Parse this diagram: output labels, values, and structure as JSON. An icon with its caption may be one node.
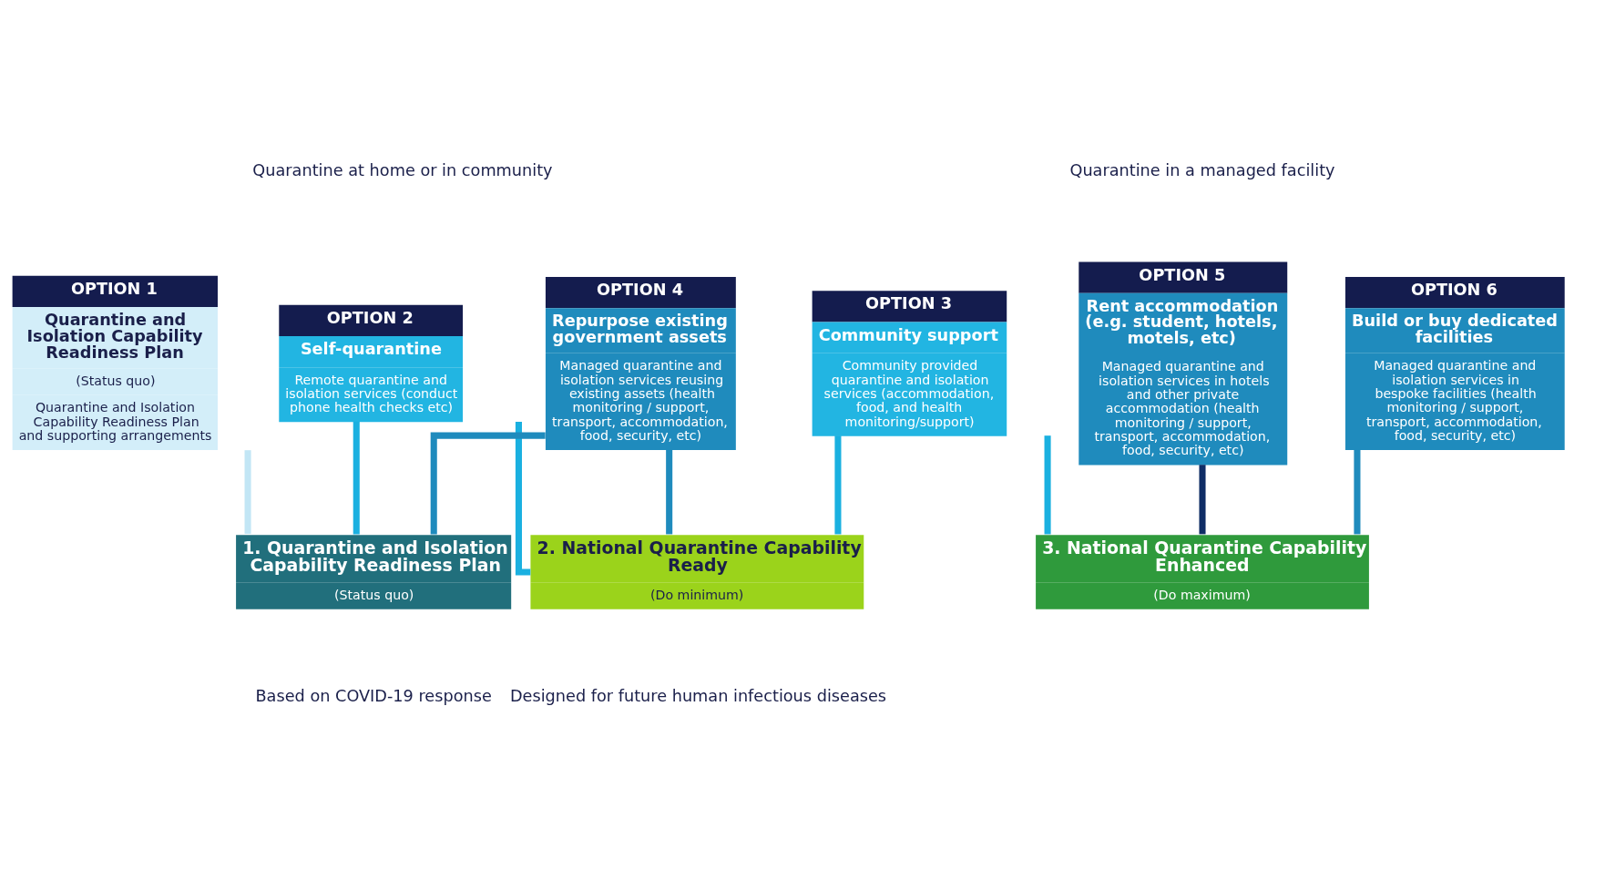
{
  "diagram": {
    "nodes": [
      {
        "text": [
          "OPTION 1",
          "Quarantine and Isolation Capability Readiness Plan",
          "(Status quo)",
          "Quarantine and Isolation Capability Readiness Plan and supporting arrangements"
        ]
      },
      {
        "text": [
          "OPTION 2",
          "Self-quarantine",
          "Remote quarantine and isolation services (conduct phone health checks etc)"
        ]
      },
      {
        "text": [
          "OPTION 3",
          "Community support",
          "Community provided quarantine and isolation services (accommodation, food, and health monitoring/support)"
        ]
      },
      {
        "text": [
          "OPTION 4",
          "Repurpose existing government assets",
          "Managed quarantine and isolation services reusing existing assets (health monitoring / support, transport, accommodation, food, security, etc)"
        ]
      },
      {
        "text": [
          "OPTION 5",
          "Rent accommodation (e.g. student, hotels, motels, etc)",
          "Managed quarantine and isolation services in hotels and other private accommodation (health monitoring / support, transport, accommodation, food, security, etc)"
        ]
      },
      {
        "text": [
          "OPTION 6",
          "Build or buy dedicated facilities",
          "Managed quarantine and isolation services in bespoke facilities (health monitoring / support, transport, accommodation, food, security, etc)"
        ]
      },
      {
        "text": [
          "1. Quarantine and Isolation Capability Readiness Plan",
          "(Status quo)"
        ]
      },
      {
        "text": [
          "2. National Quarantine Capability Ready",
          "(Do minimum)"
        ]
      },
      {
        "text": [
          "3. National Quarantine Capability Enhanced",
          "(Do maximum)"
        ]
      }
    ],
    "edges": [
      {
        "from": 0,
        "to": 6,
        "arrow": "none",
        "color": "#c2e6f5"
      },
      {
        "from": 1,
        "to": 6,
        "arrow": "none",
        "color": "#1ab0e0"
      },
      {
        "from": 1,
        "to": 7,
        "arrow": "none",
        "color": "#1ab0e0"
      },
      {
        "from": 2,
        "to": 7,
        "arrow": "none",
        "color": "#1ab0e0"
      },
      {
        "from": 2,
        "to": 8,
        "arrow": "none",
        "color": "#1ab0e0"
      },
      {
        "from": 3,
        "to": 6,
        "arrow": "none"
      },
      {
        "from": 3,
        "to": 7,
        "arrow": "none"
      },
      {
        "from": 4,
        "to": 8,
        "arrow": "none",
        "color": "#0f2d66"
      },
      {
        "from": 5,
        "to": 8,
        "arrow": "none"
      }
    ],
    "labels": [
      "Quarantine at home or in community",
      "Quarantine in a managed facility",
      "Based on COVID-19 response",
      "Designed for future human infectious diseases"
    ]
  }
}
